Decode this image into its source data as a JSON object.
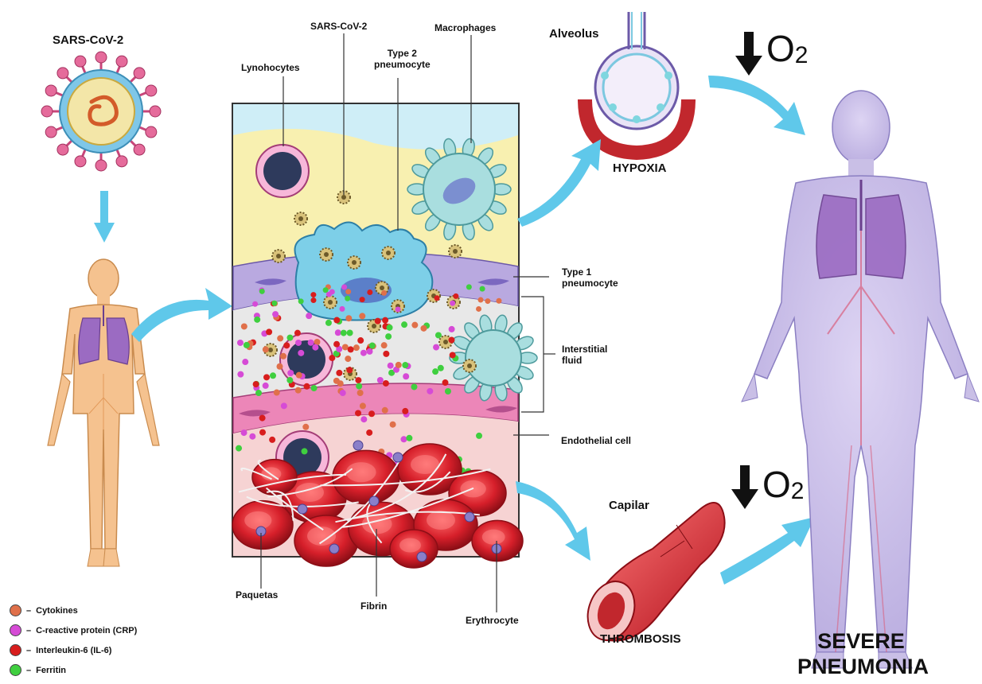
{
  "virus_label": "SARS-CoV-2",
  "panel_labels": {
    "lymphocytes": "Lynohocytes",
    "sars_cov_2": "SARS-CoV-2",
    "type2": "Type 2\npneumocyte",
    "macrophages": "Macrophages",
    "type1": "Type 1\npneumocyte",
    "interstitial": "Interstitial\nfluid",
    "endothelial": "Endothelial cell",
    "paquetas": "Paquetas",
    "fibrin": "Fibrin",
    "erythrocyte": "Erythrocyte"
  },
  "alveolus_label": "Alveolus",
  "hypoxia_label": "HYPOXIA",
  "capilar_label": "Capilar",
  "thrombosis_label": "THROMBOSIS",
  "o2_symbol": "O",
  "o2_subscript": "2",
  "outcome_line1": "SEVERE",
  "outcome_line2": "PNEUMONIA",
  "legend": [
    {
      "label": "Cytokines",
      "color": "#e0704a"
    },
    {
      "label": "C-reactive protein (CRP)",
      "color": "#d64bd6"
    },
    {
      "label": "Interleukin-6 (IL-6)",
      "color": "#d81d1d"
    },
    {
      "label": "Ferritin",
      "color": "#3fcf3f"
    }
  ],
  "colors": {
    "arrow": "#5fc8ea",
    "skin": "#f5c28f",
    "lung": "#9b6bc2",
    "body_right": "#c9bfe6",
    "rbc": "#d61f2a"
  }
}
